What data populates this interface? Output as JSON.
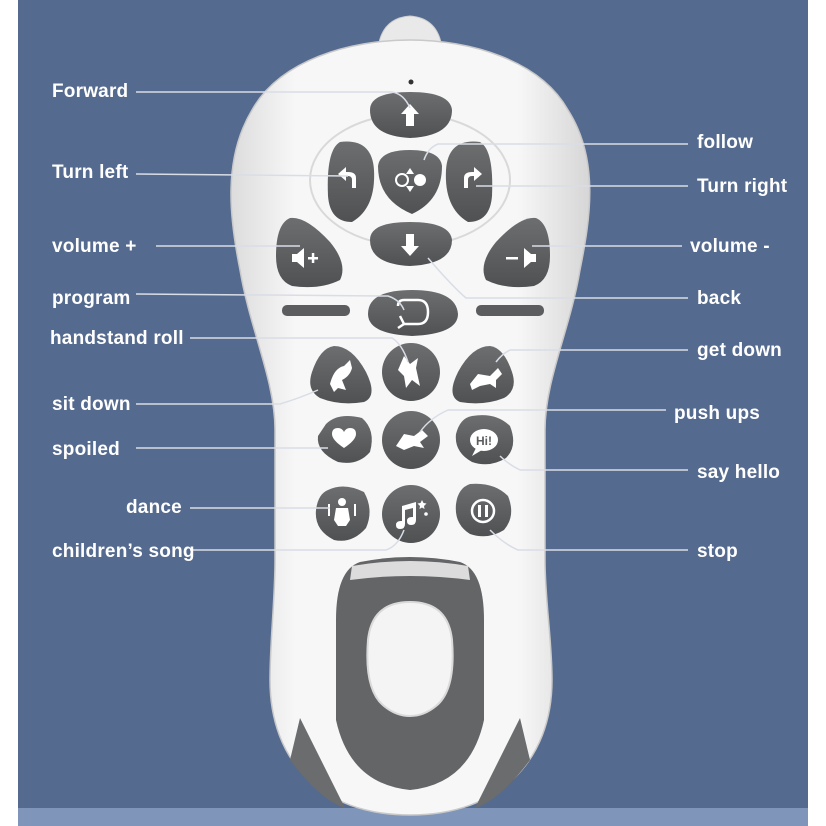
{
  "labels": {
    "forward": "Forward",
    "turn_left": "Turn left",
    "volume_up": "volume +",
    "program": "program",
    "handstand_roll": "handstand roll",
    "sit_down": "sit down",
    "spoiled": "spoiled",
    "dance": "dance",
    "childrens_song": "children’s song",
    "follow": "follow",
    "turn_right": "Turn right",
    "volume_down": "volume -",
    "back": "back",
    "get_down": "get down",
    "push_ups": "push ups",
    "say_hello": "say hello",
    "stop": "stop"
  },
  "button_glyphs": {
    "hi": "Hi!"
  },
  "colors": {
    "background": "#556a8f",
    "remote_body": "#f4f4f4",
    "button": "#5b5d5f",
    "icon": "#ffffff",
    "leader_line": "#d9dde6"
  }
}
